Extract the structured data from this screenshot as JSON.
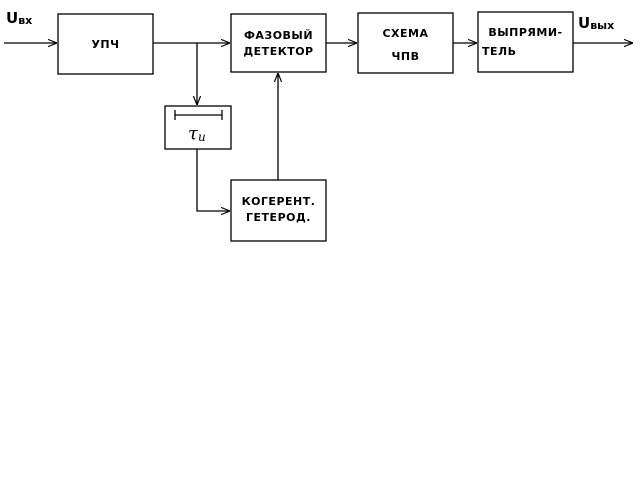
{
  "signals": {
    "input": {
      "main": "U",
      "sub": "вх"
    },
    "output": {
      "main": "U",
      "sub": "вых"
    }
  },
  "blocks": {
    "upch": {
      "line1": "УПЧ"
    },
    "phase_detector": {
      "line1": "ФАЗОВЫЙ",
      "line2": "ДЕТЕКТОР"
    },
    "chpv": {
      "line1": "СХЕМА",
      "line2": "ЧПВ"
    },
    "rectifier": {
      "line1": "ВЫПРЯМИ-",
      "line2": "ТЕЛЬ"
    },
    "delay": {
      "symbol": "τ",
      "sub": "и"
    },
    "oscillator": {
      "line1": "КОГЕРЕНТ.",
      "line2": "ГЕТЕРОД."
    }
  }
}
